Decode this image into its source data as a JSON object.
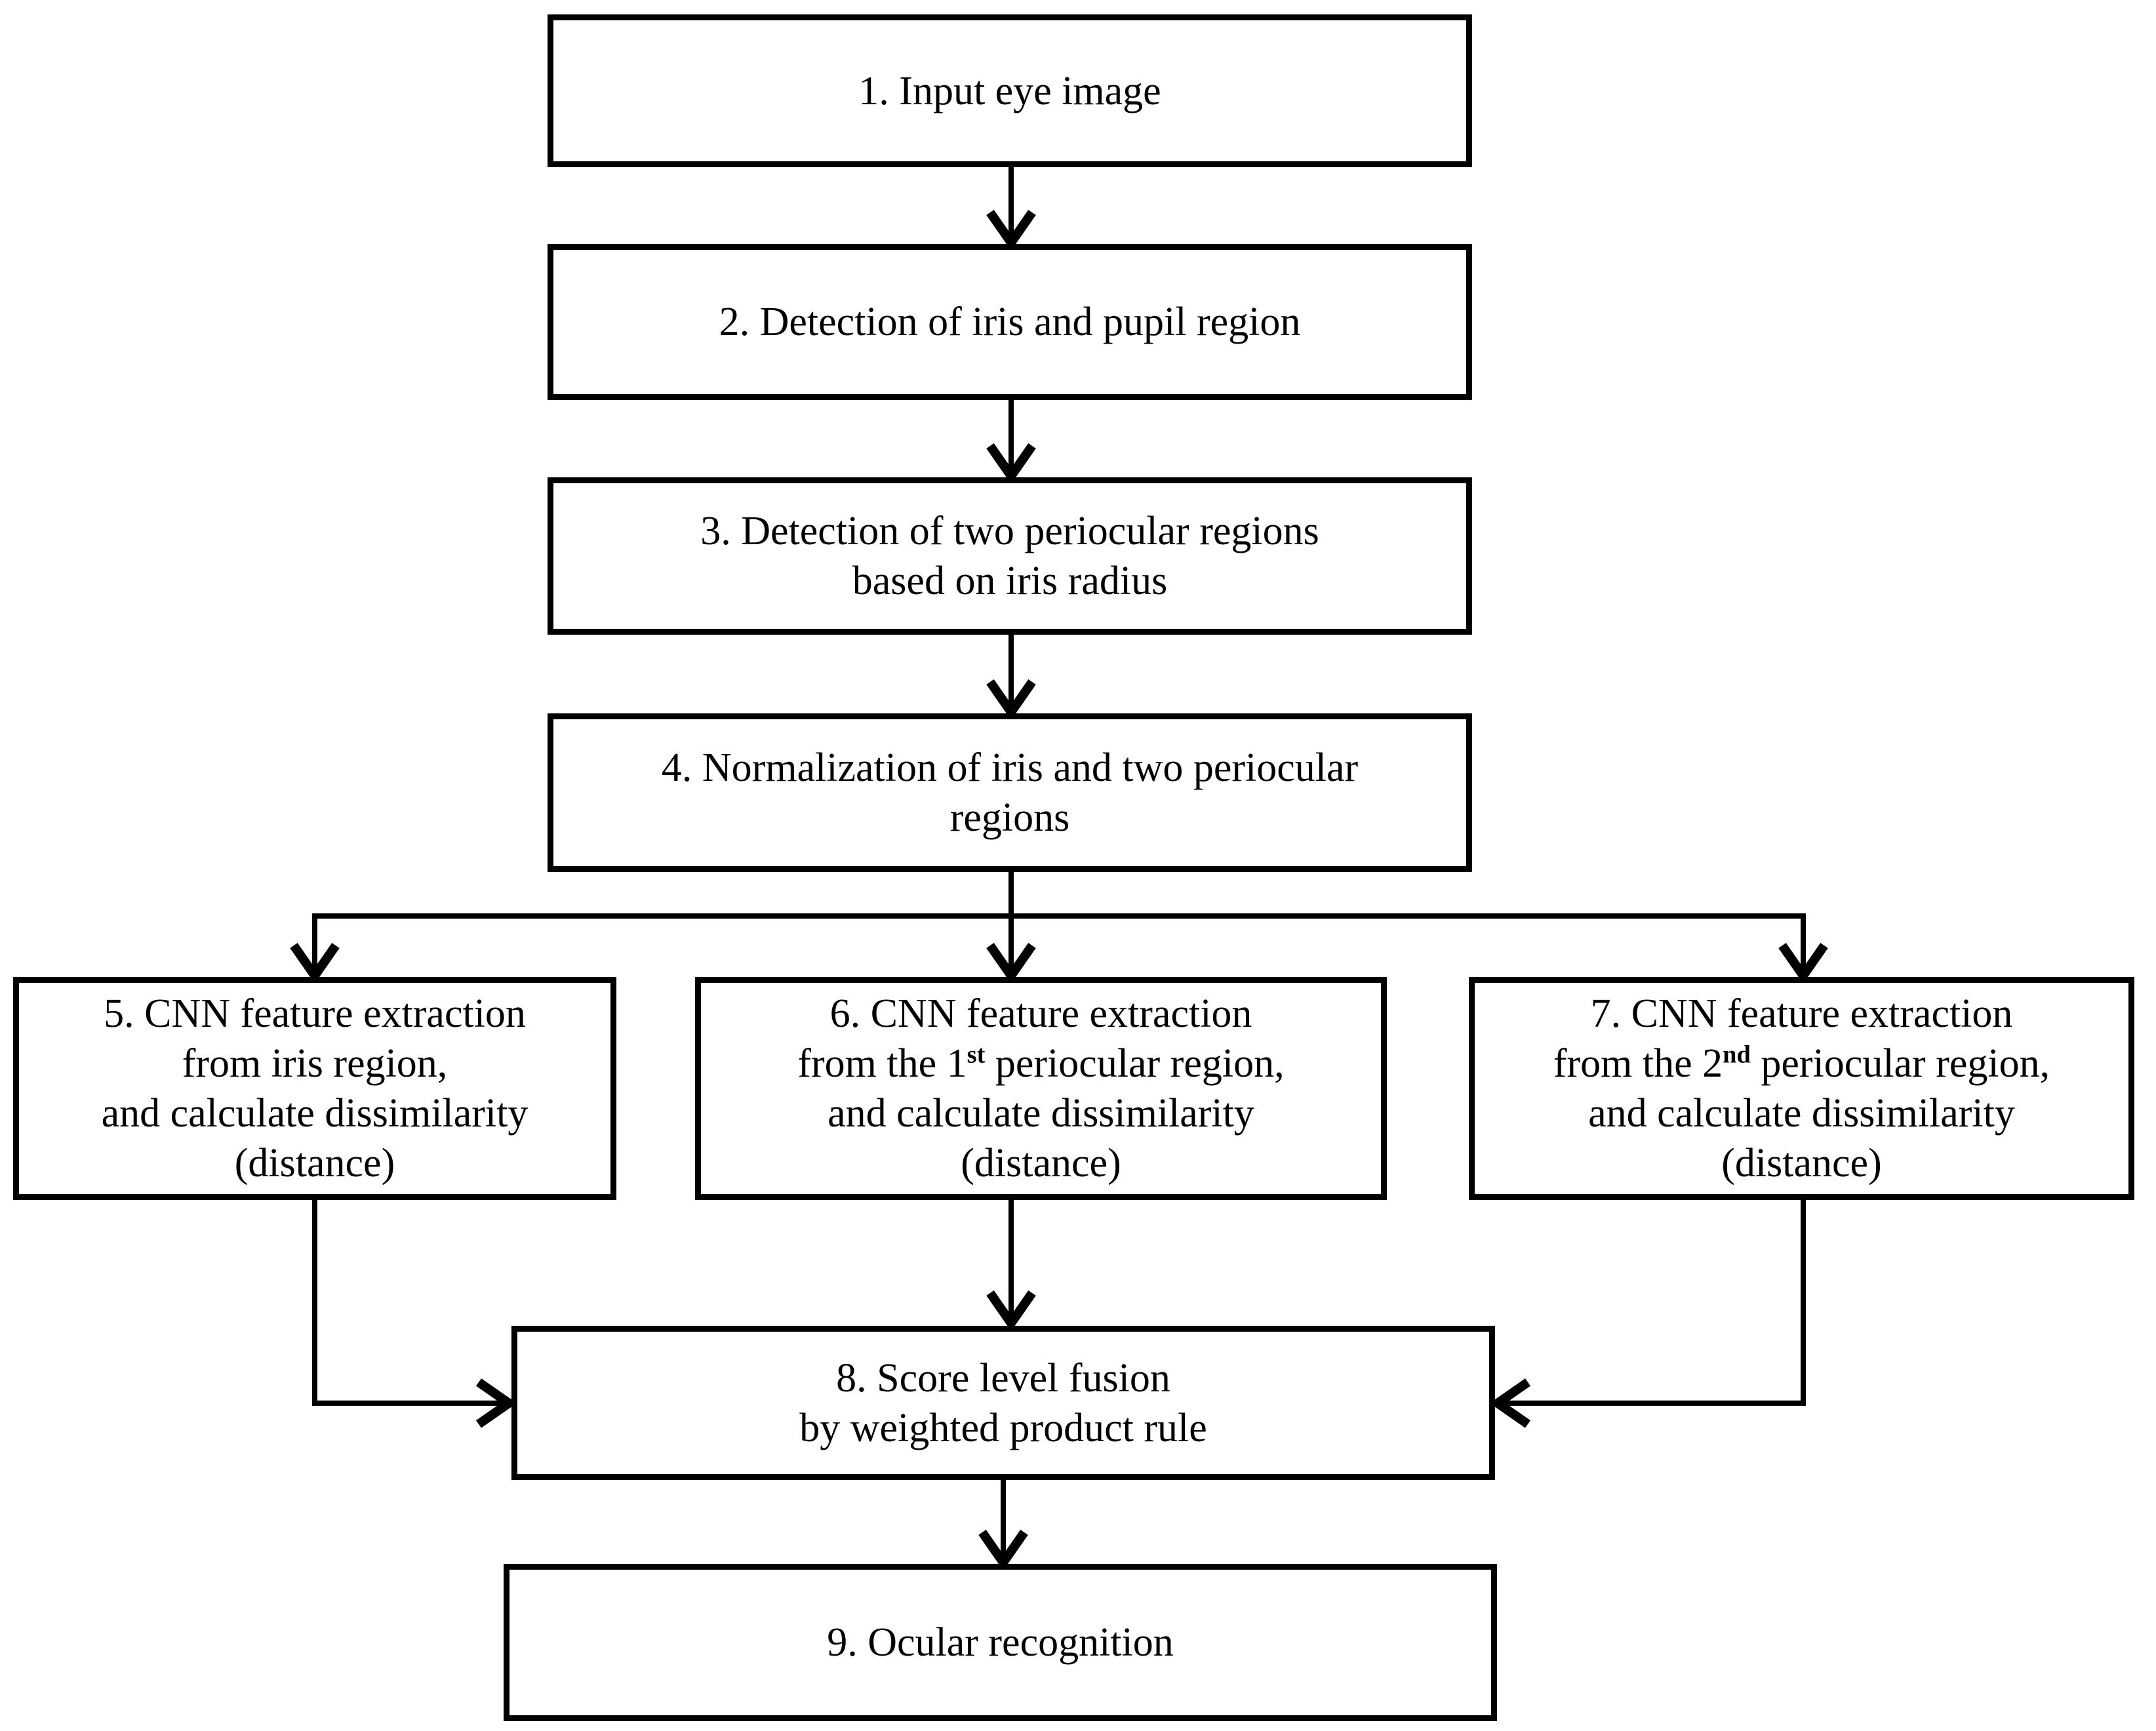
{
  "figure": {
    "background_color": "#ffffff",
    "line_color": "#000000",
    "type": "flowchart"
  },
  "nodes": {
    "n1": {
      "label": "1. Input eye image"
    },
    "n2": {
      "label": "2. Detection of iris and pupil region"
    },
    "n3": {
      "line1": "3. Detection of two periocular regions",
      "line2": "based on iris radius"
    },
    "n4": {
      "line1": "4. Normalization of iris and two periocular",
      "line2": "regions"
    },
    "n5": {
      "line1": "5. CNN feature extraction",
      "line2": "from iris region,",
      "line3": "and calculate dissimilarity",
      "line4": "(distance)"
    },
    "n6": {
      "line1": "6. CNN feature extraction",
      "line2_pre": "from the 1",
      "line2_sup": "st",
      "line2_post": " periocular region,",
      "line3": "and calculate dissimilarity",
      "line4": "(distance)"
    },
    "n7": {
      "line1": "7. CNN feature extraction",
      "line2_pre": "from the 2",
      "line2_sup": "nd",
      "line2_post": " periocular region,",
      "line3": "and calculate dissimilarity",
      "line4": "(distance)"
    },
    "n8": {
      "line1": "8. Score level fusion",
      "line2": "by weighted product rule"
    },
    "n9": {
      "label": "9. Ocular recognition"
    }
  },
  "edges": [
    {
      "from": "1",
      "to": "2"
    },
    {
      "from": "2",
      "to": "3"
    },
    {
      "from": "3",
      "to": "4"
    },
    {
      "from": "4",
      "to": "5"
    },
    {
      "from": "4",
      "to": "6"
    },
    {
      "from": "4",
      "to": "7"
    },
    {
      "from": "5",
      "to": "8"
    },
    {
      "from": "6",
      "to": "8"
    },
    {
      "from": "7",
      "to": "8"
    },
    {
      "from": "8",
      "to": "9"
    }
  ]
}
